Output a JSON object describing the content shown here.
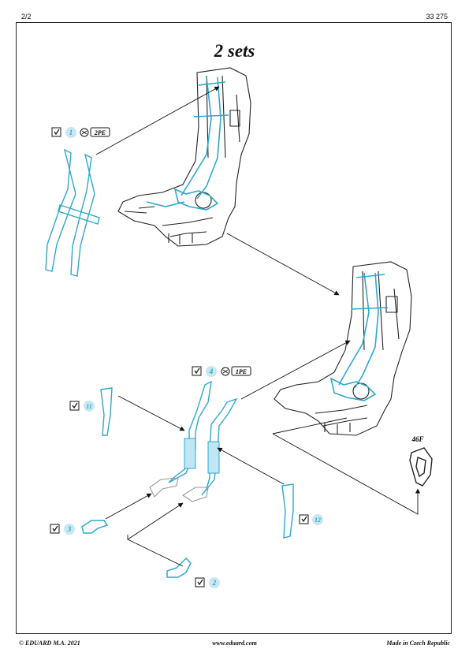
{
  "header": {
    "page": "2/2",
    "code": "33 275"
  },
  "title": "2 sets",
  "callouts": {
    "c1": {
      "num": "1",
      "tag": "2PE"
    },
    "c4": {
      "num": "4",
      "tag": "1PE"
    },
    "c11": {
      "num": "11"
    },
    "c3": {
      "num": "3"
    },
    "c12": {
      "num": "12"
    },
    "c2": {
      "num": "2"
    },
    "part46": {
      "label": "46F"
    }
  },
  "footer": {
    "left": "© EDUARD  M.A. 2021",
    "center": "www.eduard.com",
    "right": "Made in Czech Republic"
  },
  "colors": {
    "pe_part": "#2fa8cc",
    "fill_part": "#bfe6f2",
    "badge": "#c9e7f2",
    "line": "#111111"
  }
}
